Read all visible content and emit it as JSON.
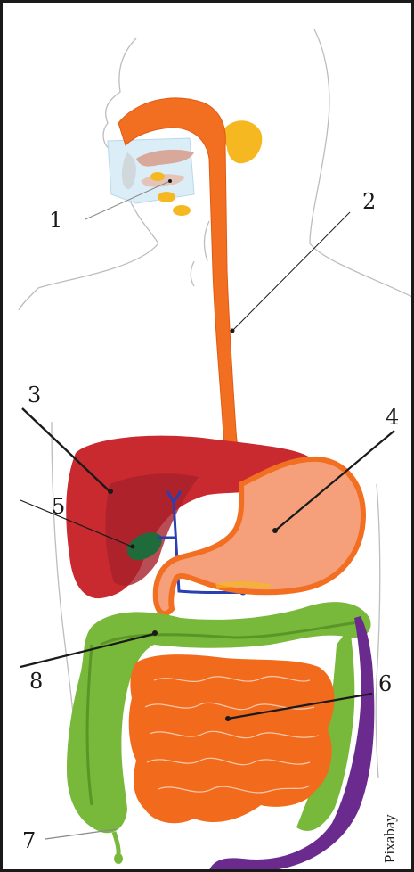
{
  "labels": {
    "n1": "1",
    "n2": "2",
    "n3": "3",
    "n4": "4",
    "n5": "5",
    "n6": "6",
    "n7": "7",
    "n8": "8"
  },
  "credit": "Pixabay",
  "colors": {
    "esophagus": "#f26f21",
    "stomach": "#f5a07a",
    "liver": "#c92a2f",
    "liver_shadow": "#a8202a",
    "gallbladder": "#1f6b3c",
    "large_intestine": "#78b83a",
    "small_intestine": "#f26b1d",
    "colon_descending": "#6a2a8e",
    "salivary_glands": "#f5b821",
    "bile_ducts": "#2a3fb0",
    "outline": "#bdbdbd"
  }
}
